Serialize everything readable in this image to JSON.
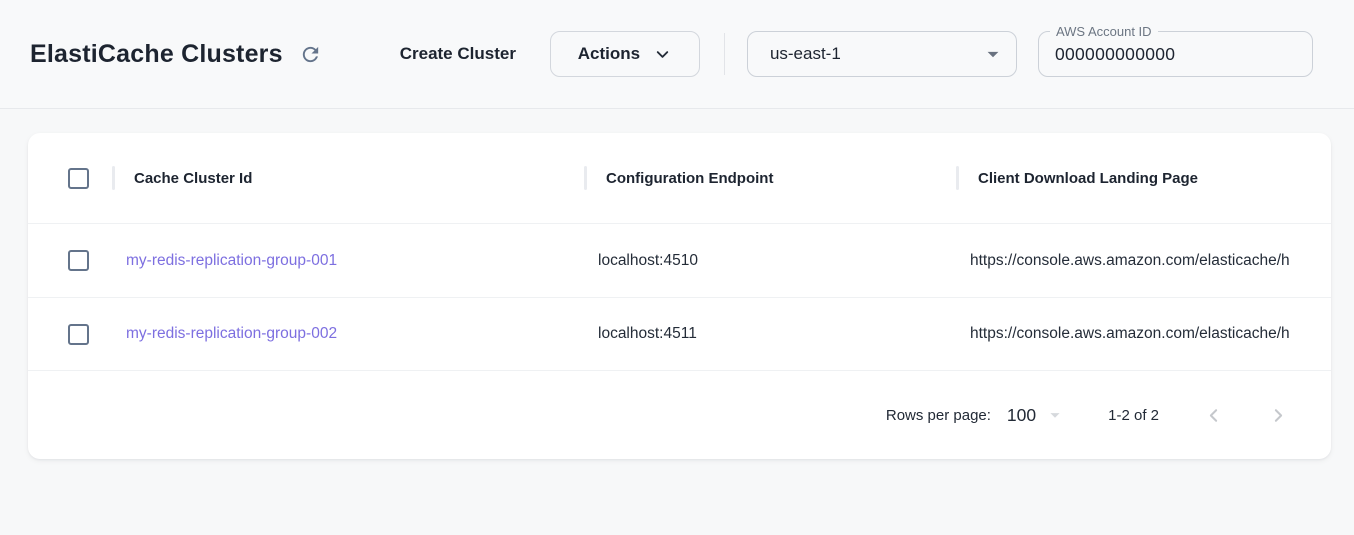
{
  "header": {
    "title": "ElastiCache Clusters",
    "create_button_label": "Create Cluster",
    "actions_button_label": "Actions",
    "region": "us-east-1",
    "account_field": {
      "label": "AWS Account ID",
      "value": "000000000000"
    }
  },
  "table": {
    "columns": [
      "Cache Cluster Id",
      "Configuration Endpoint",
      "Client Download Landing Page"
    ],
    "rows": [
      {
        "cache_cluster_id": "my-redis-replication-group-001",
        "configuration_endpoint": "localhost:4510",
        "client_download_landing_page": "https://console.aws.amazon.com/elasticache/h"
      },
      {
        "cache_cluster_id": "my-redis-replication-group-002",
        "configuration_endpoint": "localhost:4511",
        "client_download_landing_page": "https://console.aws.amazon.com/elasticache/h"
      }
    ]
  },
  "pagination": {
    "rows_per_page_label": "Rows per page:",
    "rows_per_page": "100",
    "range": "1-2 of 2"
  },
  "icons": {
    "refresh": "refresh-icon",
    "actions_chevron": "chevron-down-icon",
    "region_caret": "caret-down-icon",
    "rows_caret": "caret-down-icon",
    "prev": "chevron-left-icon",
    "next": "chevron-right-icon"
  },
  "colors": {
    "link": "#7D6FE0",
    "checkbox_border": "#64748B",
    "text_primary": "#1D2430",
    "label_muted": "#6C7683",
    "disabled_control": "#C5C8CC"
  }
}
